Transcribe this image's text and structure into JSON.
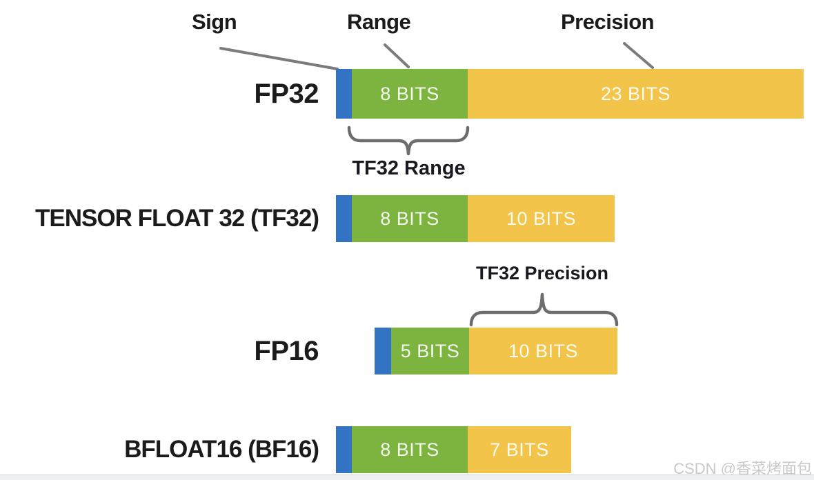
{
  "legend": {
    "sign": "Sign",
    "range": "Range",
    "precision": "Precision"
  },
  "annotations": {
    "tf32_range": "TF32 Range",
    "tf32_precision": "TF32 Precision"
  },
  "watermark": "CSDN @香菜烤面包",
  "colors": {
    "sign_bit": "#3273c4",
    "range_bits": "#7db440",
    "precision_bits": "#f2c449",
    "connector": "#7b7b7b",
    "brace": "#6d6d6d",
    "label_text": "#1b1b1b",
    "annotation_text": "#181820"
  },
  "chart_data": {
    "type": "bar",
    "rows": [
      {
        "label": "FP32",
        "sign_bits": 1,
        "range_bits": 8,
        "precision_bits": 23,
        "range_label": "8 BITS",
        "precision_label": "23 BITS"
      },
      {
        "label": "TENSOR FLOAT 32 (TF32)",
        "sign_bits": 1,
        "range_bits": 8,
        "precision_bits": 10,
        "range_label": "8 BITS",
        "precision_label": "10 BITS"
      },
      {
        "label": "FP16",
        "sign_bits": 1,
        "range_bits": 5,
        "precision_bits": 10,
        "range_label": "5 BITS",
        "precision_label": "10 BITS"
      },
      {
        "label": "BFLOAT16 (BF16)",
        "sign_bits": 1,
        "range_bits": 8,
        "precision_bits": 7,
        "range_label": "8 BITS",
        "precision_label": "7 BITS"
      }
    ]
  }
}
